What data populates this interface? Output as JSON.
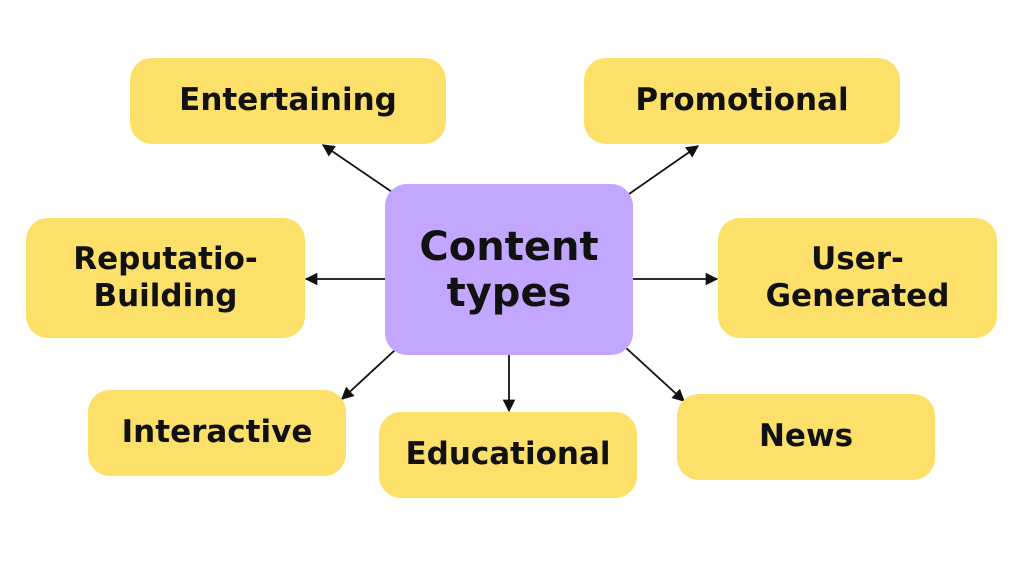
{
  "diagram": {
    "center": {
      "label": "Content\ntypes",
      "color": "#c3a6ff"
    },
    "node_color": "#fde06a",
    "line_color": "#111111",
    "nodes": {
      "entertaining": "Entertaining",
      "promotional": "Promotional",
      "reputation": "Reputatio-\nBuilding",
      "user_generated": "User-\nGenerated",
      "interactive": "Interactive",
      "educational": "Educational",
      "news": "News"
    },
    "connections": [
      {
        "from": "Content types",
        "to": "Entertaining"
      },
      {
        "from": "Content types",
        "to": "Promotional"
      },
      {
        "from": "Content types",
        "to": "Reputatio-Building"
      },
      {
        "from": "Content types",
        "to": "User-Generated"
      },
      {
        "from": "Content types",
        "to": "Interactive"
      },
      {
        "from": "Content types",
        "to": "Educational"
      },
      {
        "from": "Content types",
        "to": "News"
      }
    ]
  }
}
